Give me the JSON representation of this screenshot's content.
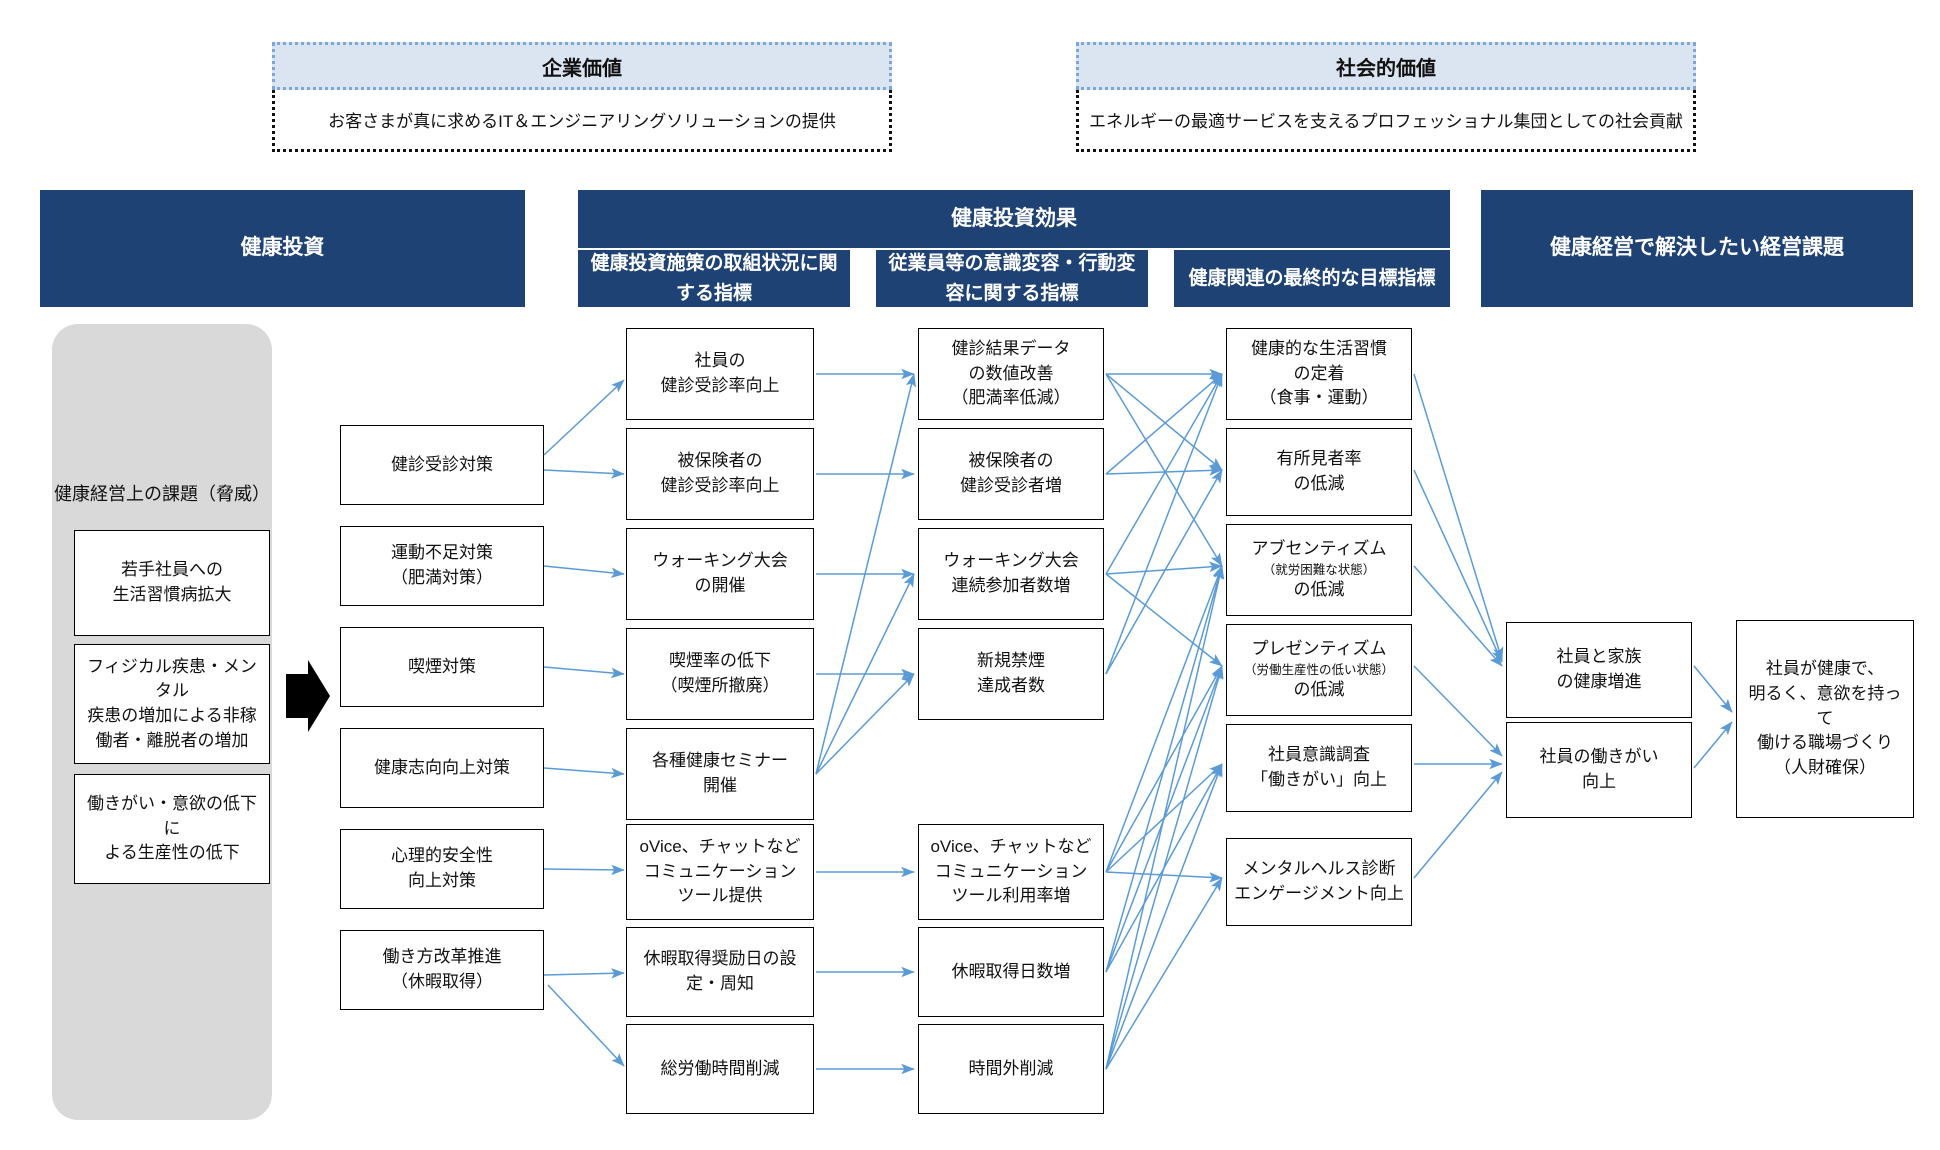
{
  "top_values": [
    {
      "title": "企業価値",
      "body": "お客さまが真に求めるIT＆エンジニアリングソリューションの提供"
    },
    {
      "title": "社会的価値",
      "body": "エネルギーの最適サービスを支えるプロフェッショナル集団としての社会貢献"
    }
  ],
  "headers": {
    "investment": "健康投資",
    "effect": "健康投資効果",
    "sub1": "健康投資施策の取組状況に関する指標",
    "sub2": "従業員等の意識変容・行動変容に関する指標",
    "sub3": "健康関連の最終的な目標指標",
    "issues": "健康経営で解決したい経営課題"
  },
  "threat_panel": {
    "title": "健康経営上の課題（脅威）",
    "items": [
      {
        "line1": "若手社員への",
        "line2": "生活習慣病拡大"
      },
      {
        "line1": "フィジカル疾患・メンタル",
        "line2": "疾患の増加による非稼",
        "line3": "働者・離脱者の増加"
      },
      {
        "line1": "働きがい・意欲の低下に",
        "line2": "よる生産性の低下"
      }
    ]
  },
  "col_measures": [
    {
      "line1": "健診受診対策"
    },
    {
      "line1": "運動不足対策",
      "line2": "（肥満対策）"
    },
    {
      "line1": "喫煙対策"
    },
    {
      "line1": "健康志向向上対策"
    },
    {
      "line1": "心理的安全性",
      "line2": "向上対策"
    },
    {
      "line1": "働き方改革推進",
      "line2": "（休暇取得）"
    }
  ],
  "col_actions": [
    {
      "line1": "社員の",
      "line2": "健診受診率向上"
    },
    {
      "line1": "被保険者の",
      "line2": "健診受診率向上"
    },
    {
      "line1": "ウォーキング大会",
      "line2": "の開催"
    },
    {
      "line1": "喫煙率の低下",
      "line2": "（喫煙所撤廃）"
    },
    {
      "line1": "各種健康セミナー",
      "line2": "開催"
    },
    {
      "line1": "oVice、チャットなど",
      "line2": "コミュニケーション",
      "line3": "ツール提供"
    },
    {
      "line1": "休暇取得奨励日の設",
      "line2": "定・周知"
    },
    {
      "line1": "総労働時間削減"
    }
  ],
  "col_behavior": [
    {
      "line1": "健診結果データ",
      "line2": "の数値改善",
      "line3": "（肥満率低減）"
    },
    {
      "line1": "被保険者の",
      "line2": "健診受診者増"
    },
    {
      "line1": "ウォーキング大会",
      "line2": "連続参加者数増"
    },
    {
      "line1": "新規禁煙",
      "line2": "達成者数"
    },
    {
      "line1": "oVice、チャットなど",
      "line2": "コミュニケーション",
      "line3": "ツール利用率増"
    },
    {
      "line1": "休暇取得日数増"
    },
    {
      "line1": "時間外削減"
    }
  ],
  "col_goals": [
    {
      "line1": "健康的な生活習慣",
      "line2": "の定着",
      "line3": "（食事・運動）"
    },
    {
      "line1": "有所見者率",
      "line2": "の低減"
    },
    {
      "line1": "アブセンティズム",
      "note": "（就労困難な状態）",
      "line2": "の低減"
    },
    {
      "line1": "プレゼンティズム",
      "note": "（労働生産性の低い状態）",
      "line2": "の低減"
    },
    {
      "line1": "社員意識調査",
      "line2": "「働きがい」向上"
    },
    {
      "line1": "メンタルヘルス診断",
      "line2": "エンゲージメント向上"
    }
  ],
  "col_outcomes": [
    {
      "line1": "社員と家族",
      "line2": "の健康増進"
    },
    {
      "line1": "社員の働きがい",
      "line2": "向上"
    }
  ],
  "final_goal": {
    "line1": "社員が健康で、",
    "line2": "明るく、意欲を持っ",
    "line3": "て",
    "line4": "働ける職場づくり",
    "line5": "（人財確保）"
  },
  "colors": {
    "header_navy": "#1f4275",
    "value_head_fill": "#dbe5f1",
    "value_head_border": "#7da7d9",
    "panel_grey": "#d9d9d9",
    "arrow_blue": "#5b9bd5",
    "node_border": "#000000"
  }
}
